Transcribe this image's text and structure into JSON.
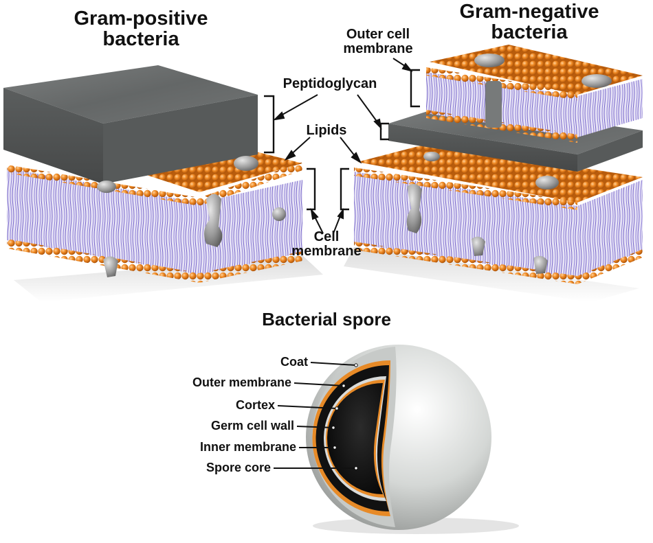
{
  "titles": {
    "gram_positive": "Gram-positive\nbacteria",
    "gram_negative": "Gram-negative\nbacteria",
    "bacterial_spore": "Bacterial spore"
  },
  "labels": {
    "outer_cell_membrane": "Outer cell\nmembrane",
    "peptidoglycan": "Peptidoglycan",
    "lipids": "Lipids",
    "cell_membrane": "Cell\nmembrane"
  },
  "spore_layers": [
    {
      "label": "Coat"
    },
    {
      "label": "Outer membrane"
    },
    {
      "label": "Cortex"
    },
    {
      "label": "Germ cell wall"
    },
    {
      "label": "Inner membrane"
    },
    {
      "label": "Spore core"
    }
  ],
  "colors": {
    "lipid_head": "#f08a24",
    "lipid_tail": "#8d7fd6",
    "peptidoglycan": "#6b6e6e",
    "protein": "#8e8e8e",
    "spore_coat": "#cfd2d0",
    "spore_core": "#111111",
    "text": "#111111"
  }
}
